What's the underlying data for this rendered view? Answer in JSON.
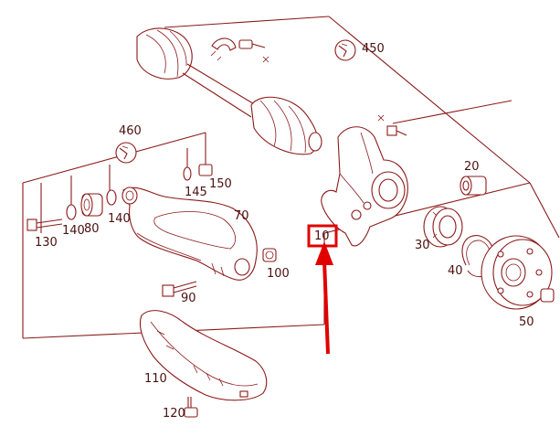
{
  "labels": {
    "p10": "10",
    "p20": "20",
    "p30": "30",
    "p40": "40",
    "p50": "50",
    "p70": "70",
    "p80": "80",
    "p90": "90",
    "p100": "100",
    "p110": "110",
    "p120": "120",
    "p130": "130",
    "p140a": "140",
    "p140b": "140",
    "p145": "145",
    "p150": "150",
    "p450": "450",
    "p460": "460"
  },
  "icons": {
    "wrench": "wrench-icon"
  },
  "colors": {
    "line": "#8b1a1a",
    "highlight": "#e00000"
  }
}
